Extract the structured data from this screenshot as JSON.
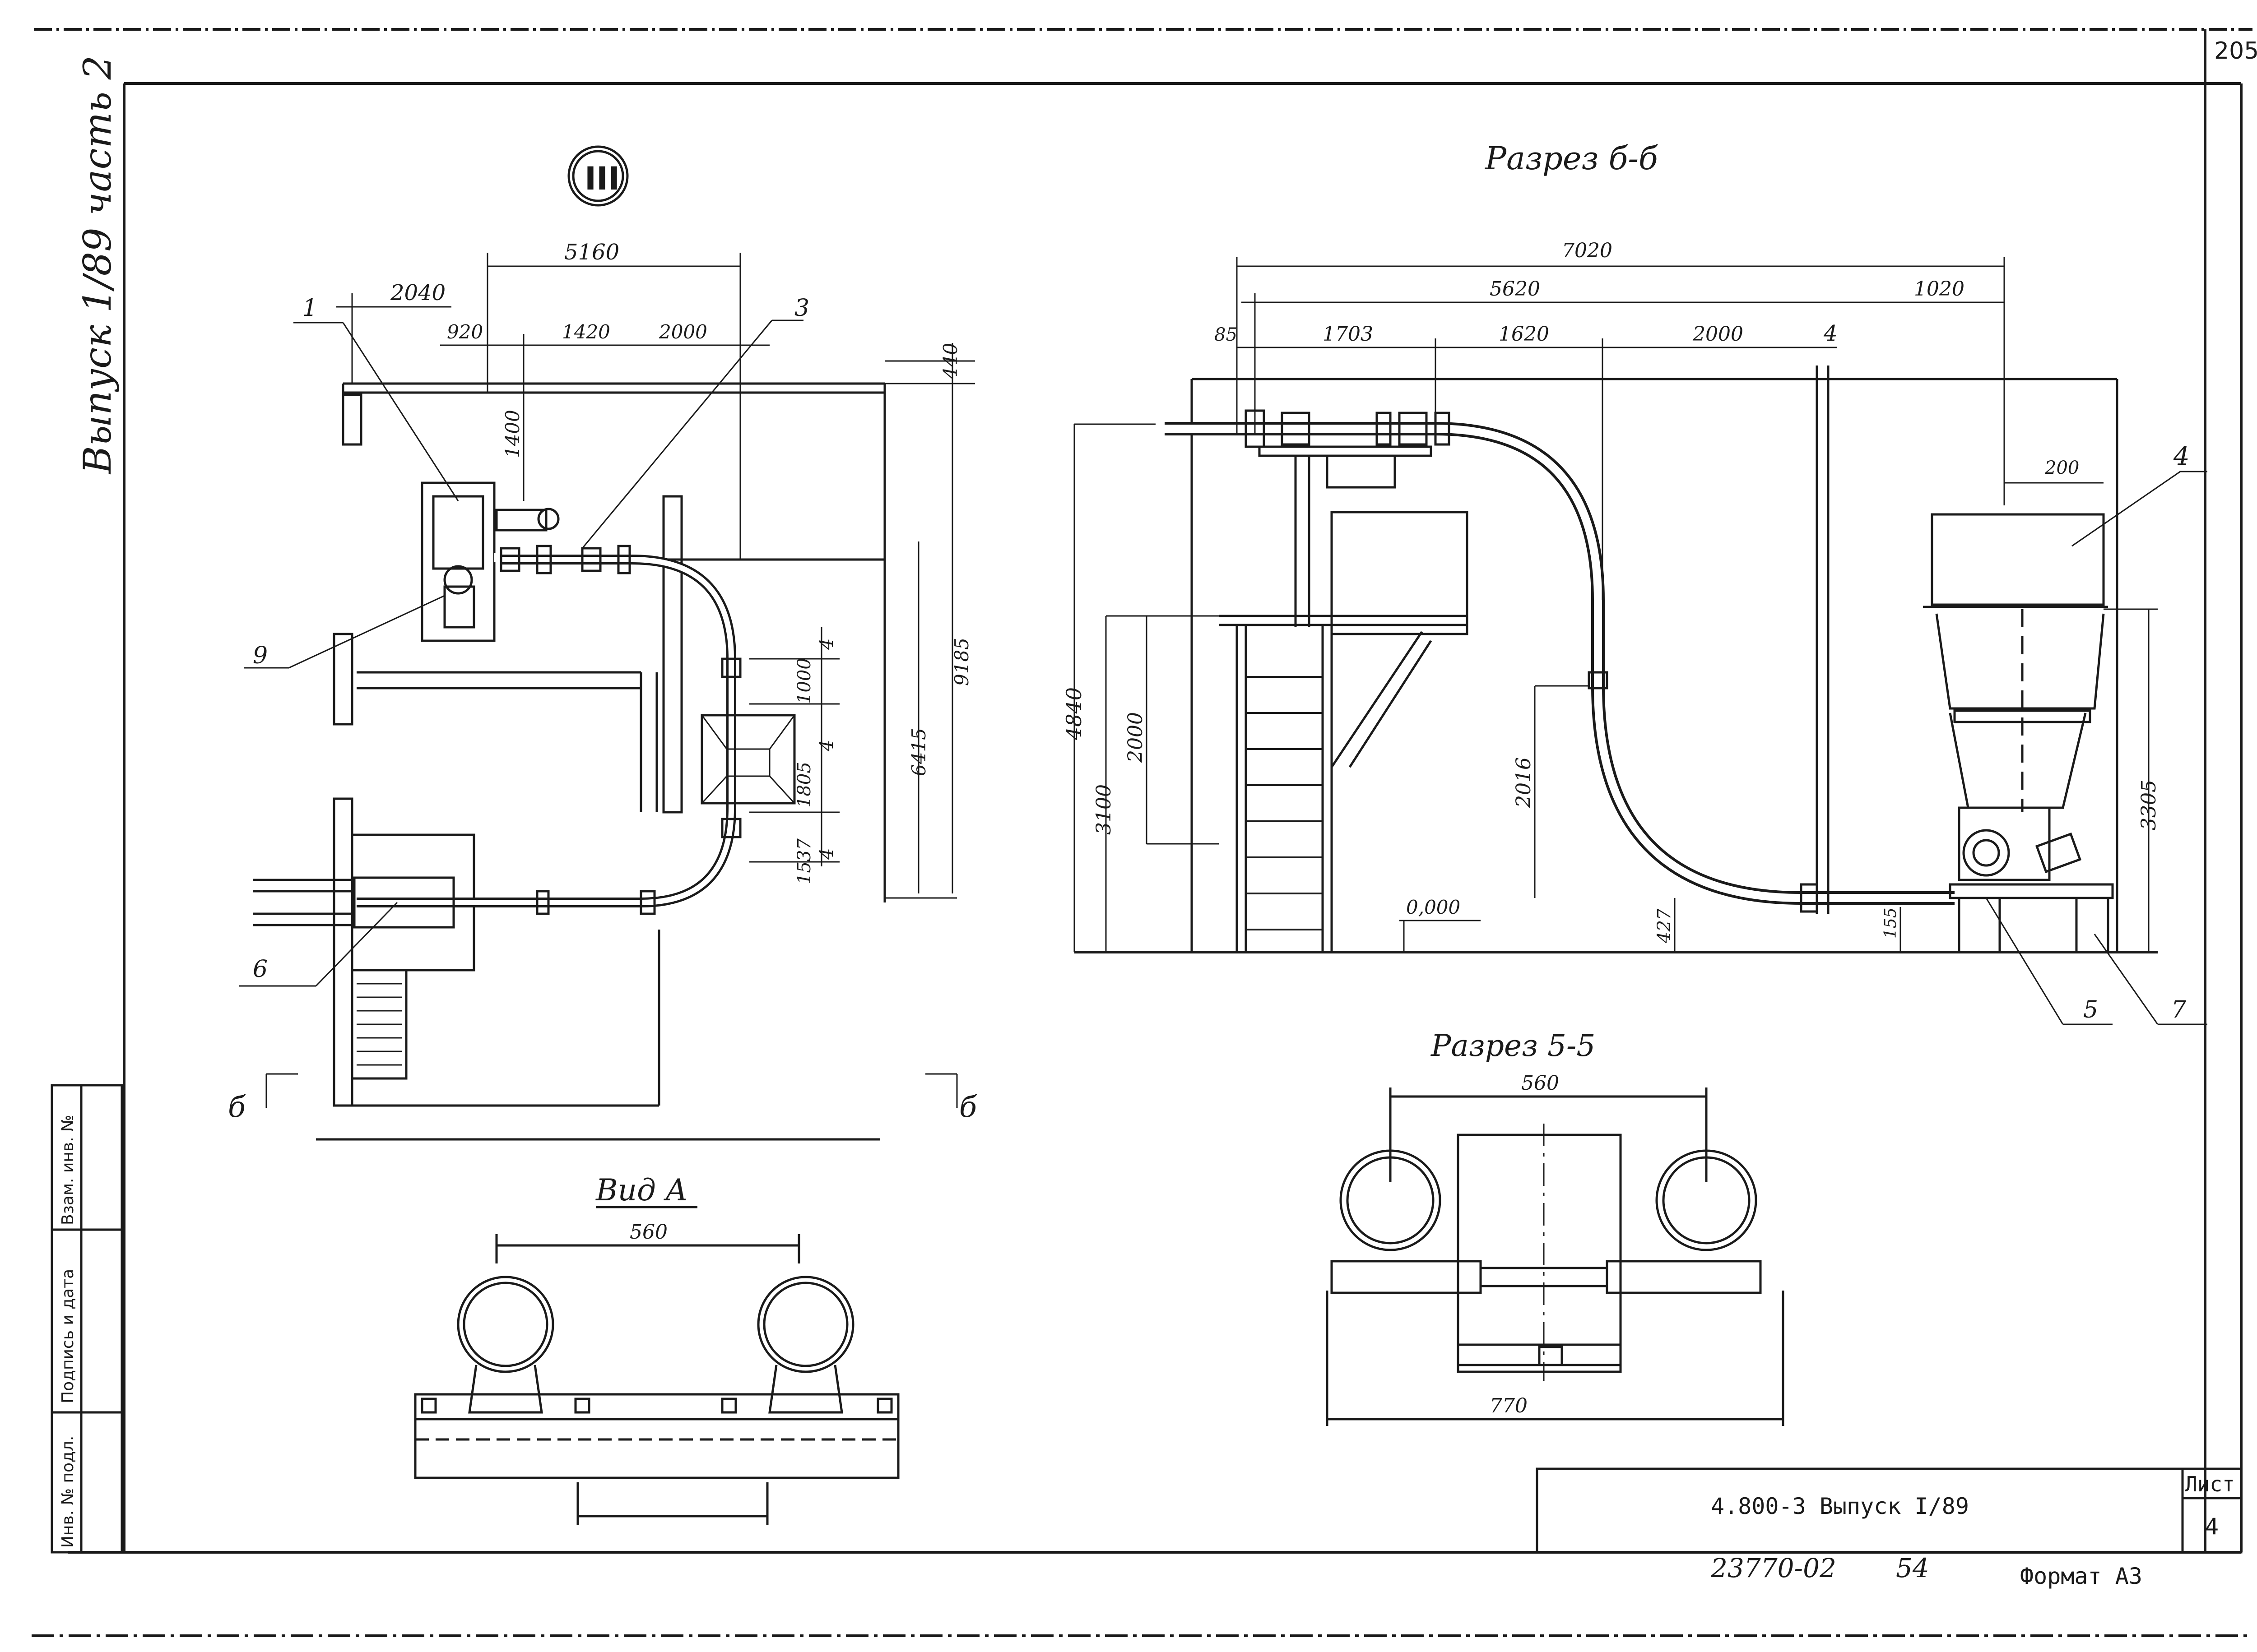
{
  "sheet": {
    "page_number": "205",
    "series_vertical": "Выпуск 1/89 часть 2",
    "title_block": {
      "code": "4.800-3  Выпуск I/89",
      "sheet_label": "Лист",
      "sheet_number": "4",
      "archive_number": "23770-02",
      "archive_suffix": "54",
      "format": "Формат А3"
    },
    "side_stamp": [
      "Инв. № подл.",
      "Подпись и дата",
      "Взам. инв. №"
    ]
  },
  "plan": {
    "marker": "III",
    "dims": [
      "5160",
      "2040",
      "920",
      "1420",
      "2000",
      "440",
      "1400",
      "9185",
      "6415",
      "1000",
      "1805",
      "1537",
      "4",
      "4",
      "4"
    ],
    "callouts": [
      "1",
      "3",
      "9",
      "6"
    ],
    "section_marks": [
      "б",
      "б"
    ]
  },
  "section_66": {
    "title": "Разрез б-б",
    "dims": [
      "7020",
      "5620",
      "1020",
      "85",
      "1703",
      "1620",
      "2000",
      "4",
      "200",
      "4840",
      "2000",
      "3100",
      "2016",
      "3305",
      "427",
      "155",
      "0,000"
    ],
    "callouts": [
      "4",
      "5",
      "7"
    ]
  },
  "view_a": {
    "title": "Вид А",
    "dims": [
      "560"
    ]
  },
  "section_55": {
    "title": "Разрез 5-5",
    "dims": [
      "560",
      "770"
    ]
  }
}
